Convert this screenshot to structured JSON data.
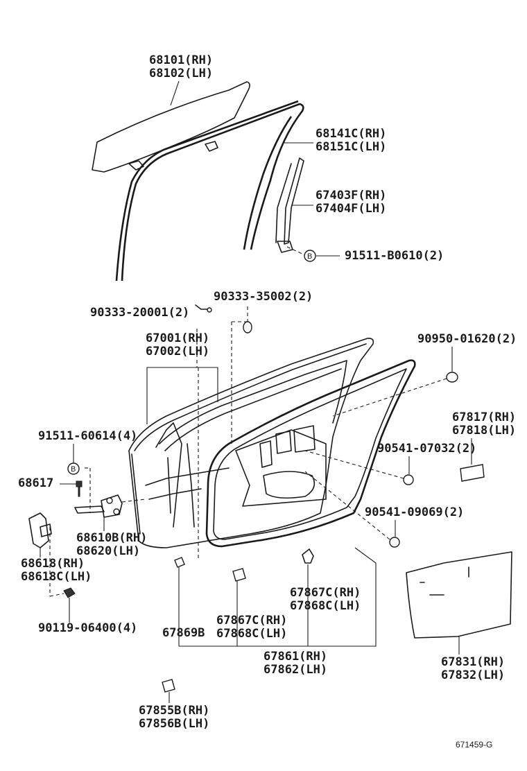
{
  "labels": {
    "glass": [
      "68101(RH)",
      "68102(LH)"
    ],
    "run_channel": [
      "68141C(RH)",
      "68151C(LH)"
    ],
    "division_bar": [
      "67403F(RH)",
      "67404F(LH)"
    ],
    "bolt_b1": "91511-B0610(2)",
    "clip_20001": "90333-20001(2)",
    "clip_35002": "90333-35002(2)",
    "door_panel": [
      "67001(RH)",
      "67002(LH)"
    ],
    "plug_01620": "90950-01620(2)",
    "seal_sheet_small": [
      "67817(RH)",
      "67818(LH)"
    ],
    "bolt_60614": "91511-60614(4)",
    "marker_b": "B",
    "part_68617": "68617",
    "plug_07032": "90541-07032(2)",
    "check_assy": [
      "68610B(RH)",
      "68620(LH)"
    ],
    "plug_09069": "90541-09069(2)",
    "hinge": [
      "68618(RH)",
      "68618C(LH)"
    ],
    "clip_mid": [
      "67867C(RH)",
      "67868C(LH)"
    ],
    "bolt_06400": "90119-06400(4)",
    "clip_lower": [
      "67867C(RH)",
      "67868C(LH)"
    ],
    "clip_67869b": "67869B",
    "weatherstrip": [
      "67861(RH)",
      "67862(LH)"
    ],
    "service_hole_cover": [
      "67831(RH)",
      "67832(LH)"
    ],
    "cushion": [
      "67855B(RH)",
      "67856B(LH)"
    ],
    "figure_id": "671459-G"
  }
}
